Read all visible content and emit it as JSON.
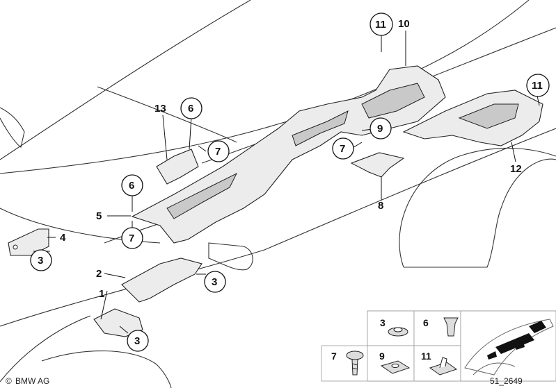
{
  "diagram": {
    "callouts": [
      "1",
      "2",
      "3",
      "3",
      "3",
      "3",
      "4",
      "5",
      "6",
      "6",
      "7",
      "7",
      "7",
      "8",
      "9",
      "10",
      "11",
      "11",
      "12",
      "13"
    ],
    "legend": {
      "items": [
        "3",
        "6",
        "7",
        "9",
        "11"
      ]
    },
    "copyright": "BMW AG",
    "copyright_symbol": "©",
    "drawing_number": "51_2649"
  }
}
